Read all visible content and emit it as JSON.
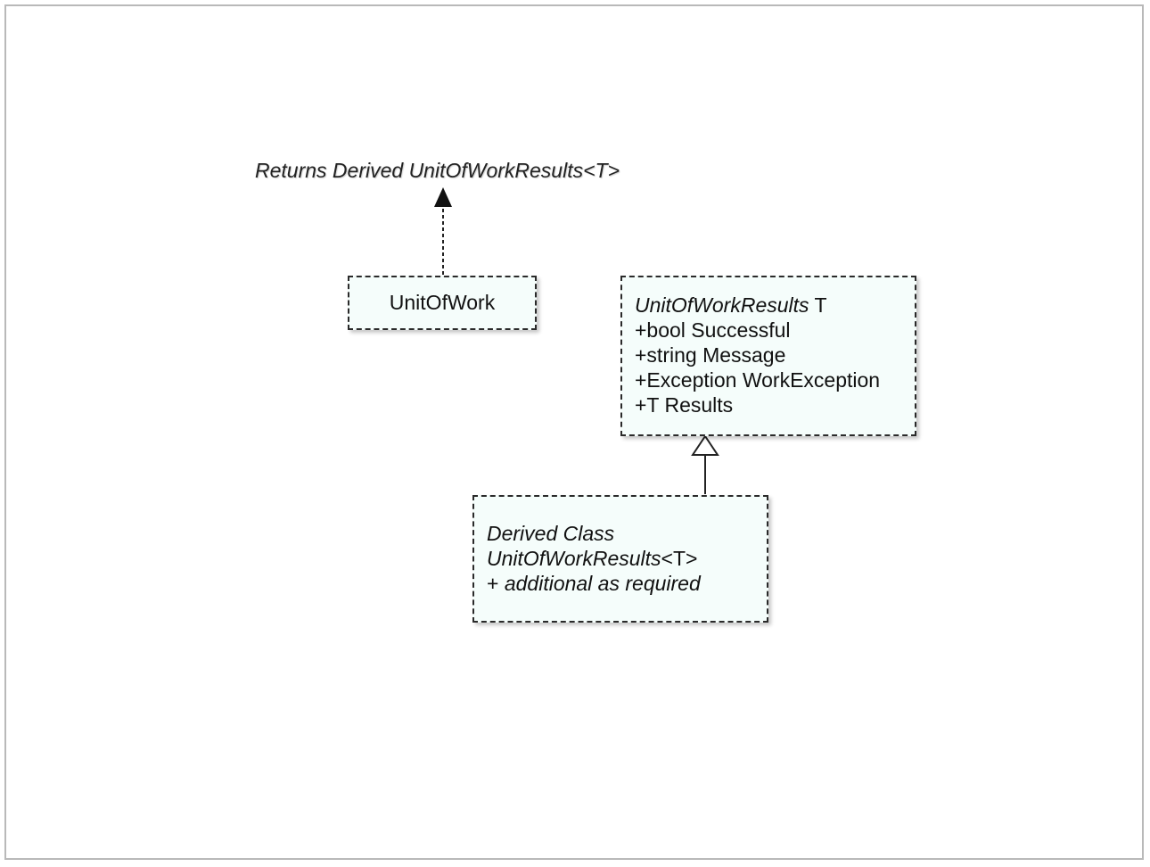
{
  "diagram": {
    "returns_label": "Returns Derived UnitOfWorkResults<T>",
    "unit_of_work": {
      "name": "UnitOfWork"
    },
    "unit_of_work_results": {
      "name": "UnitOfWorkResults",
      "type_param": " T",
      "members": [
        "+bool Successful",
        "+string Message",
        "+Exception WorkException",
        "+T Results"
      ]
    },
    "derived_class": {
      "line1": "Derived Class",
      "line2_name": "UnitOfWorkResults",
      "line2_param": "<T>",
      "line3_prefix": "+ ",
      "line3_text": "additional as required"
    },
    "colors": {
      "box_fill": "#f5fdfb",
      "box_border": "#2a2a2a",
      "frame_border": "#b9b9b9"
    }
  }
}
